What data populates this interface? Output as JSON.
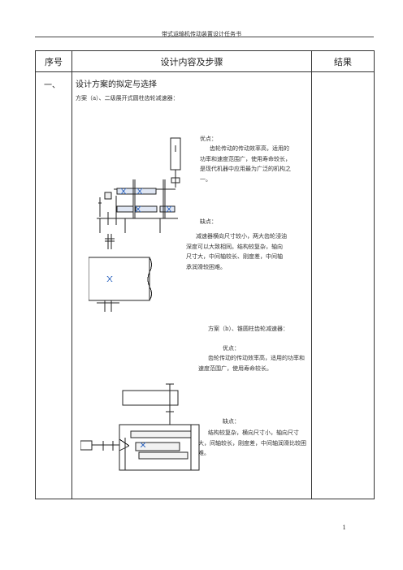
{
  "header": {
    "title": "带式运输机传动装置设计任务书"
  },
  "table": {
    "col_seq": "序号",
    "col_content": "设计内容及步骤",
    "col_result": "结果"
  },
  "section": {
    "number": "一、",
    "title": "设计方案的拟定与选择",
    "plan_a": {
      "title": "方案（a）、二级展开式圆柱齿轮减速器：",
      "pros_label": "优点：",
      "pros_text": "齿轮传动的传动效率高，适用的功率和速度范围广，使用寿命较长，是现代机器中应用最为广泛的机构之一。",
      "cons_label": "缺点：",
      "cons_text": "减速器横向尺寸较小，两大齿轮浸油深度可以大致相同。结构较复杂，轴向尺寸大，中间轴较长、刚度差，中间轴承润滑较困难。"
    },
    "plan_b": {
      "title": "方案（b）、锥圆柱齿轮减速器：",
      "pros_label": "优点：",
      "pros_text": "齿轮传动的传动效率高，适用的功率和速度范围广，使用寿命较长。",
      "cons_label": "缺点：",
      "cons_text": "结构较复杂，横向尺寸小，轴向尺寸大，间轴较长，刚度差，中间轴润滑比较困难。"
    }
  },
  "page_number": "1",
  "colors": {
    "accent_blue": "#3b6fc4",
    "line": "#333333"
  }
}
